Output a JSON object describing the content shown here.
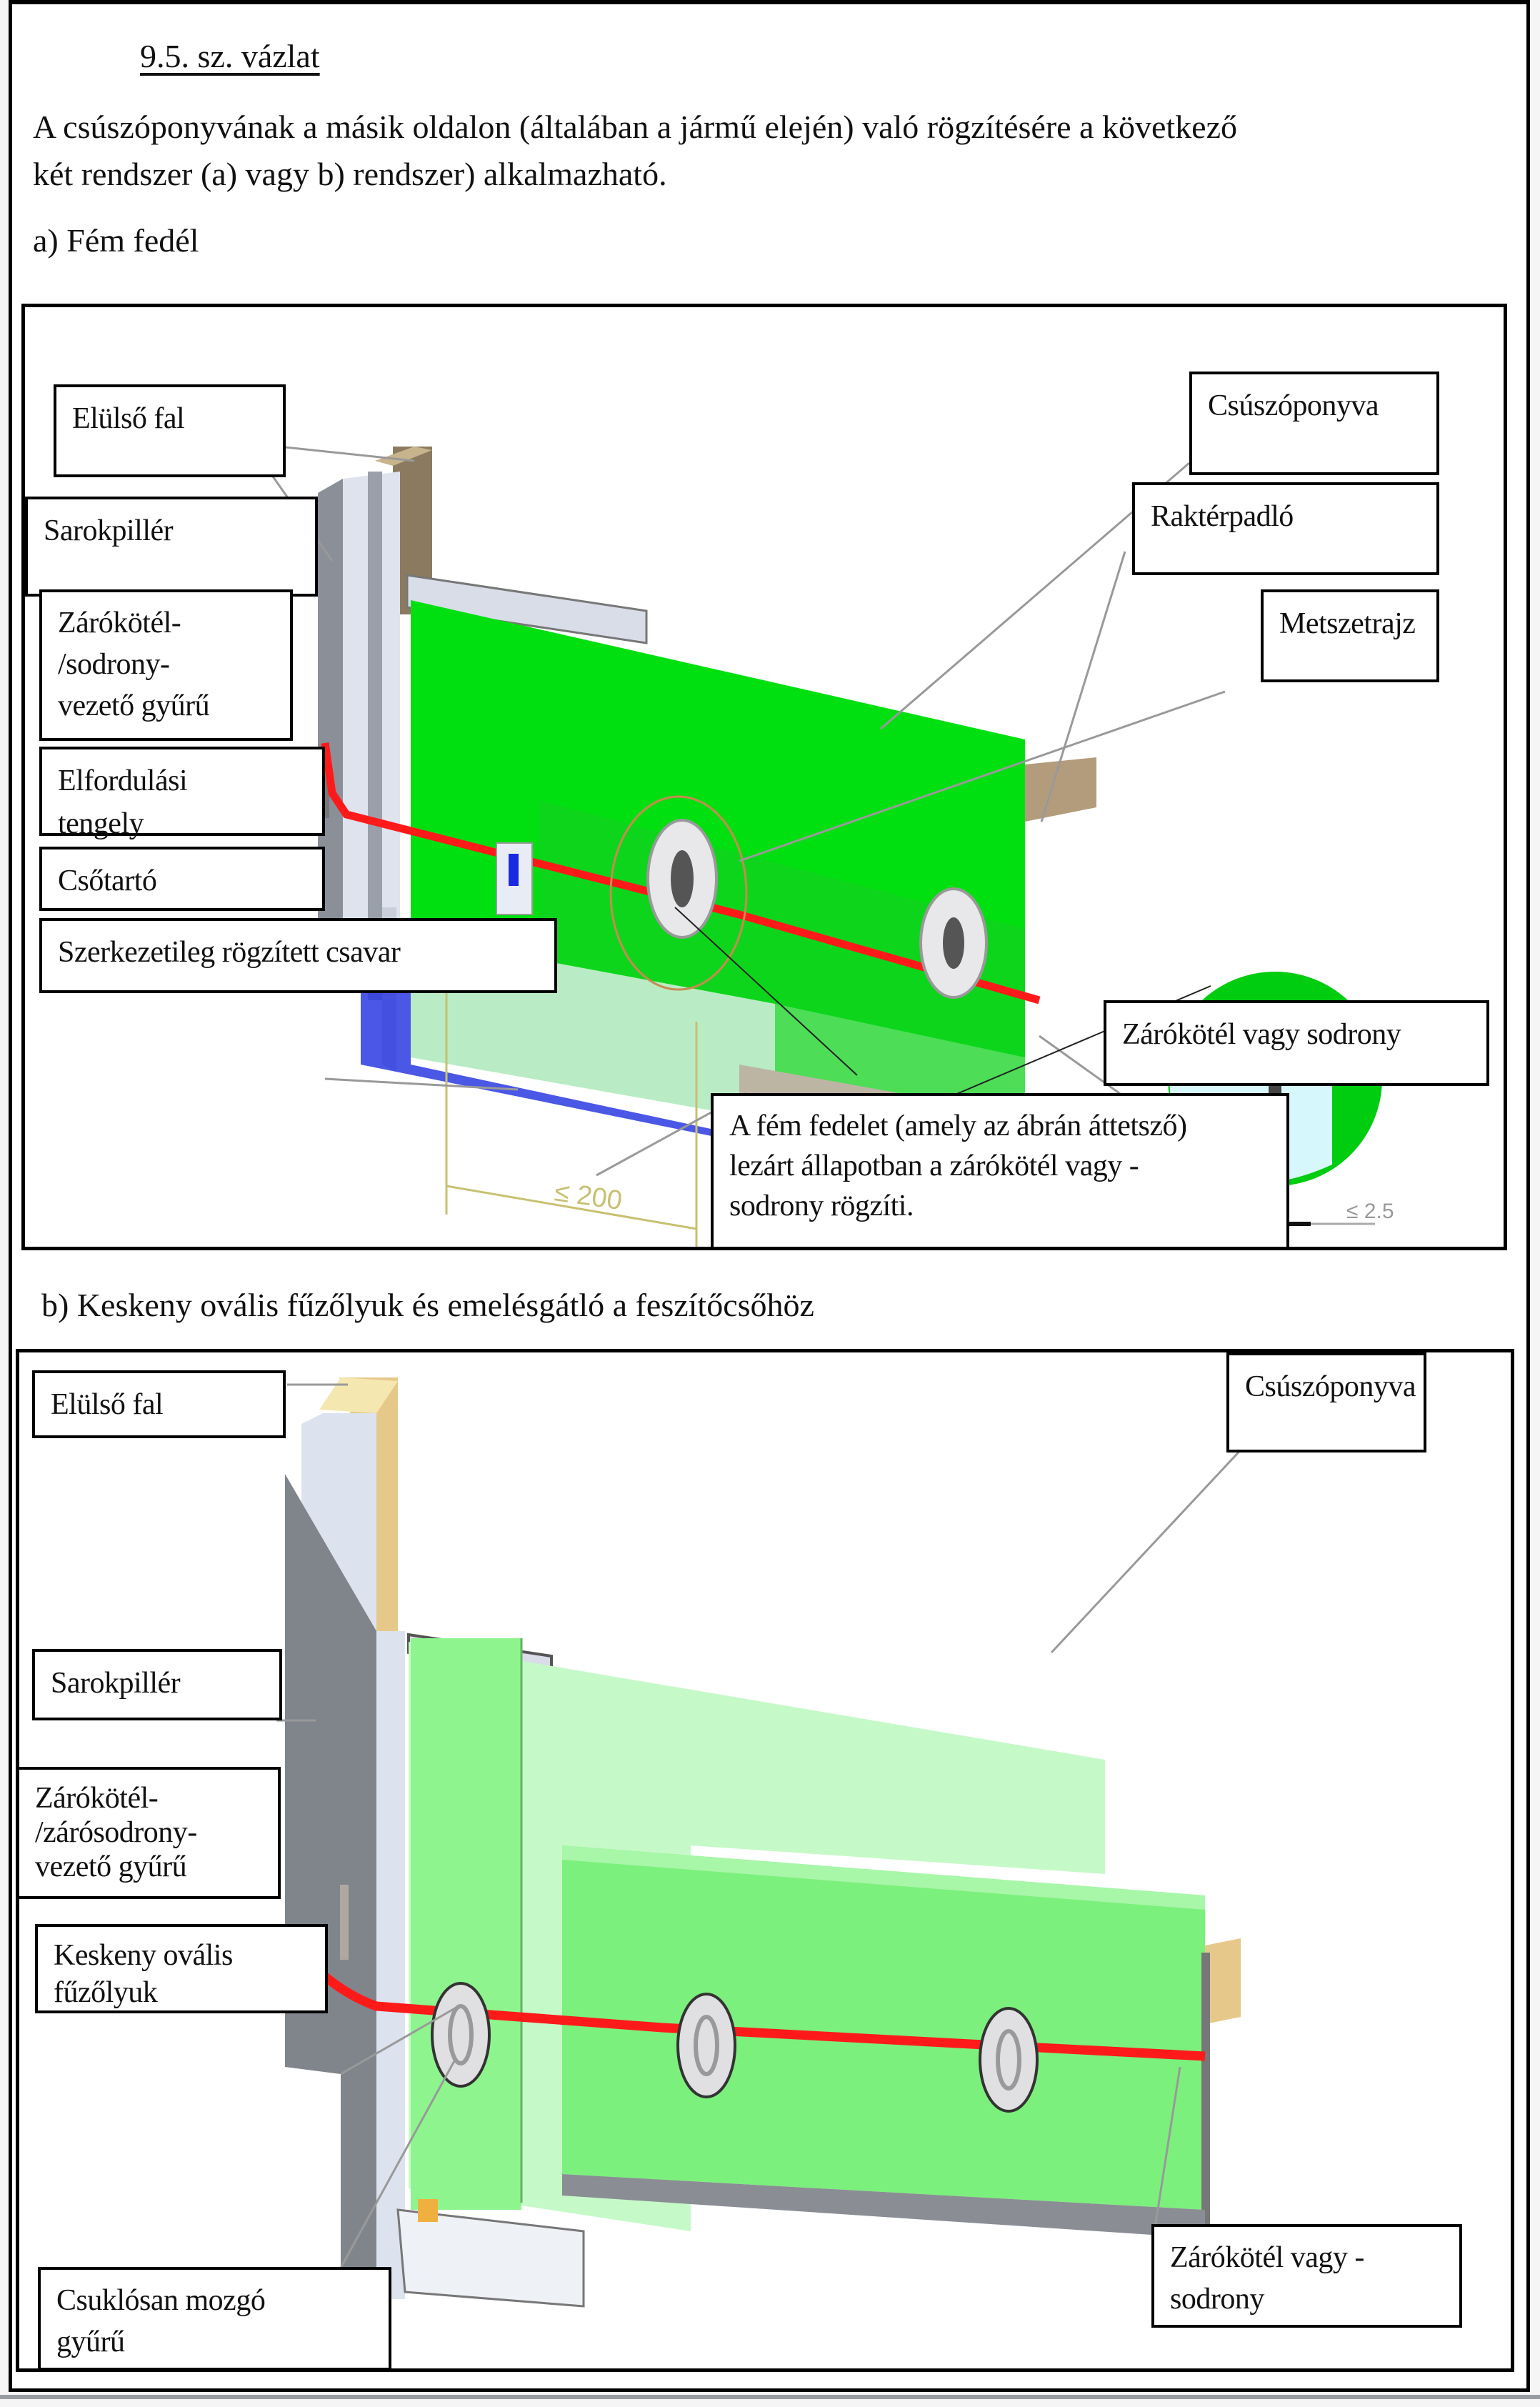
{
  "document": {
    "title": "9.5. sz. vázlat",
    "intro_line1": "A csúszóponyvának a másik oldalon (általában a jármű elején) való rögzítésére a következő",
    "intro_line2": "két rendszer (a) vagy b) rendszer) alkalmazható.",
    "section_a_heading": "a)  Fém fedél",
    "section_b_heading": "b)  Keskeny ovális fűzőlyuk és emelésgátló a feszítőcsőhöz"
  },
  "figure_a": {
    "labels": {
      "front_wall": "Elülső fal",
      "corner_pillar": "Sarokpillér",
      "guide_ring_1": "Zárókötél-",
      "guide_ring_2": "/sodrony-",
      "guide_ring_3": "vezető gyűrű",
      "pivot_1": "Elfordulási",
      "pivot_2": "tengely",
      "tube_holder": "Csőtartó",
      "fixed_screw": "Szerkezetileg  rögzített csavar",
      "sliding_tarp": "Csúszóponyva",
      "cargo_floor": "Raktérpadló",
      "cross_section": "Metszetrajz",
      "rope": "Zárókötél  vagy sodrony",
      "cover_note_1": "A fém fedelet (amely az ábrán áttetsző)",
      "cover_note_2": "lezárt állapotban a zárókötél  vagy -",
      "cover_note_3": "sodrony rögzíti."
    },
    "dimensions": {
      "max_distance": "≤ 200",
      "gap_top": "≤ 2.5",
      "gap_left": "≤ 2.5",
      "width": "6"
    },
    "colors": {
      "tarp": "#00e010",
      "rope": "#ff1a1a",
      "holder": "#1a2ae0",
      "wood": "#c8b48c",
      "frame_metal": "#c9cfdb"
    }
  },
  "figure_b": {
    "labels": {
      "front_wall": "Elülső fal",
      "sliding_tarp": "Csúszóponyva",
      "corner_pillar": "Sarokpillér",
      "guide_ring_1": "Zárókötél-",
      "guide_ring_2": "/zárósodrony-",
      "guide_ring_3": "vezető gyűrű",
      "oval_eyelet_1": "Keskeny ovális",
      "oval_eyelet_2": "fűzőlyuk",
      "hinged_ring_1": "Csuklósan mozgó",
      "hinged_ring_2": "gyűrű",
      "rope_1": "Zárókötél vagy -",
      "rope_2": "sodrony"
    },
    "colors": {
      "tarp": "#c4f8c4",
      "tarp_lower": "#7cf07c",
      "rope": "#ff1a1a",
      "pillar": "#80858c",
      "wood": "#f4e8b0"
    }
  }
}
